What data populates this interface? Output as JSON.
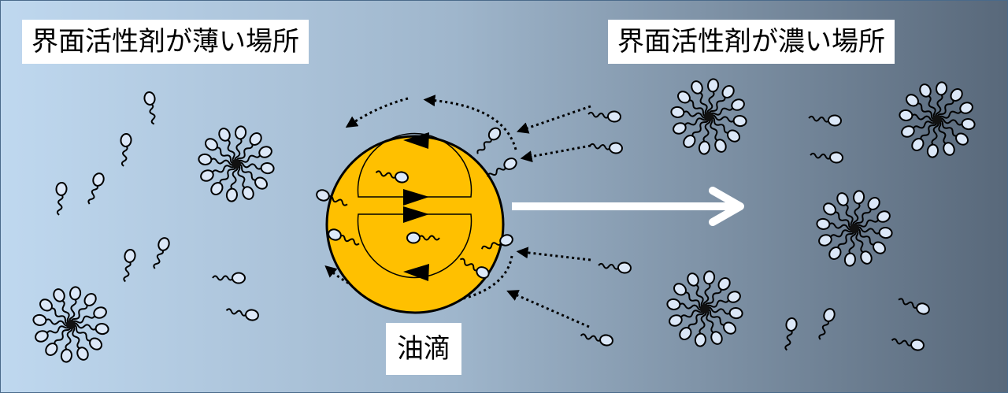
{
  "labels": {
    "low_concentration": "界面活性剤が薄い場所",
    "high_concentration": "界面活性剤が濃い場所",
    "oil_droplet": "油滴"
  },
  "colors": {
    "background_left": "#bfd8ef",
    "background_right": "#58687a",
    "droplet": "#ffc000",
    "surfactant_head": "#dce8f8",
    "motion_arrow": "#ffffff"
  }
}
